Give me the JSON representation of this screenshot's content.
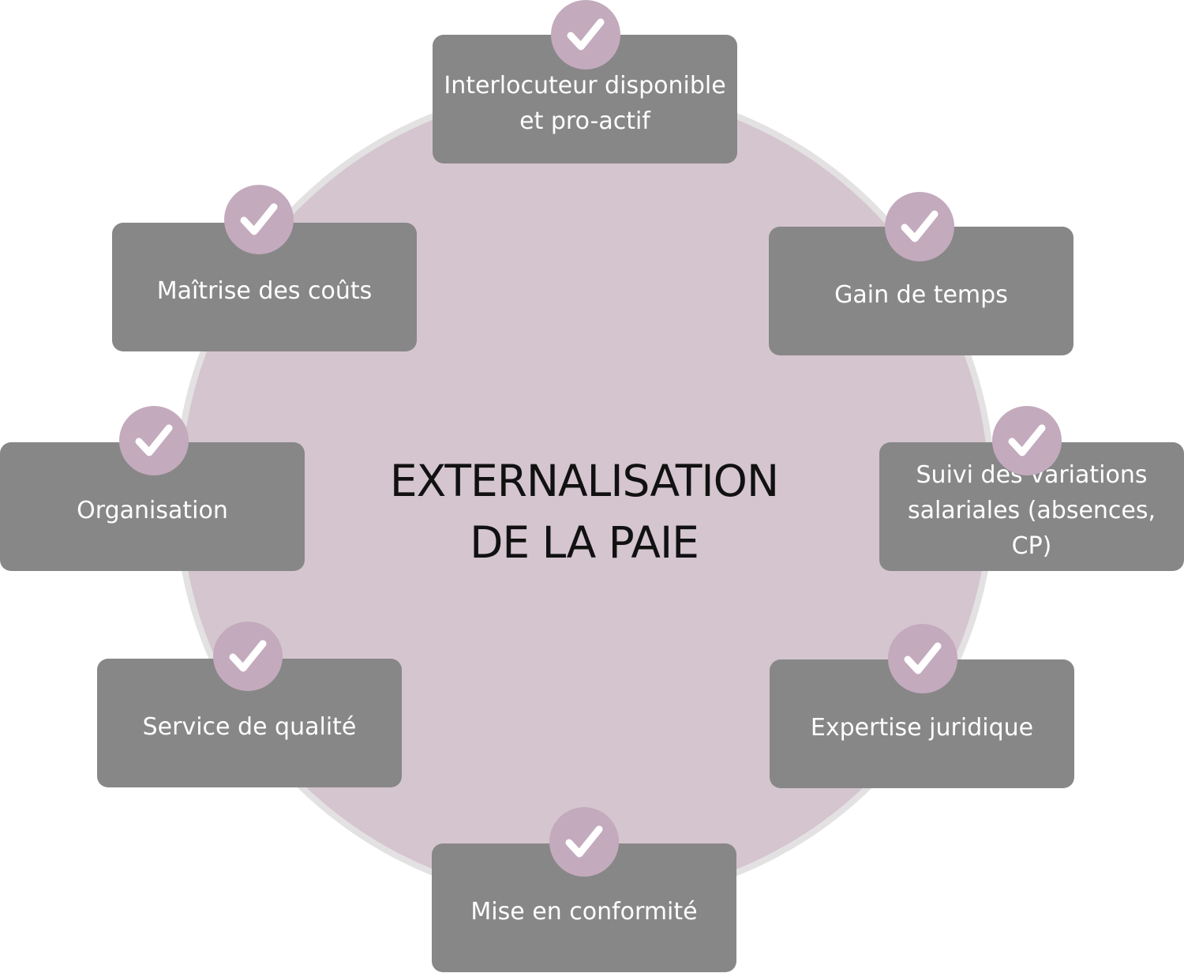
{
  "center": {
    "line1": "EXTERNALISATION",
    "line2": "DE LA PAIE"
  },
  "benefits": {
    "top": "Interlocuteur disponible et pro-actif",
    "top_right": "Gain de temps",
    "right": "Suivi des variations salariales (absences, CP)",
    "bottom_right": "Expertise juridique",
    "bottom": "Mise en conformité",
    "bottom_left": "Service de qualité",
    "left": "Organisation",
    "top_left": "Maîtrise des coûts"
  },
  "icons": {
    "badge": "check-icon"
  },
  "colors": {
    "circle_fill": "#d4c5cf",
    "circle_ring": "#e3e1e2",
    "box_fill": "#878787",
    "badge_fill": "#c3aabd",
    "box_text": "#ffffff",
    "title_text": "#111111"
  }
}
